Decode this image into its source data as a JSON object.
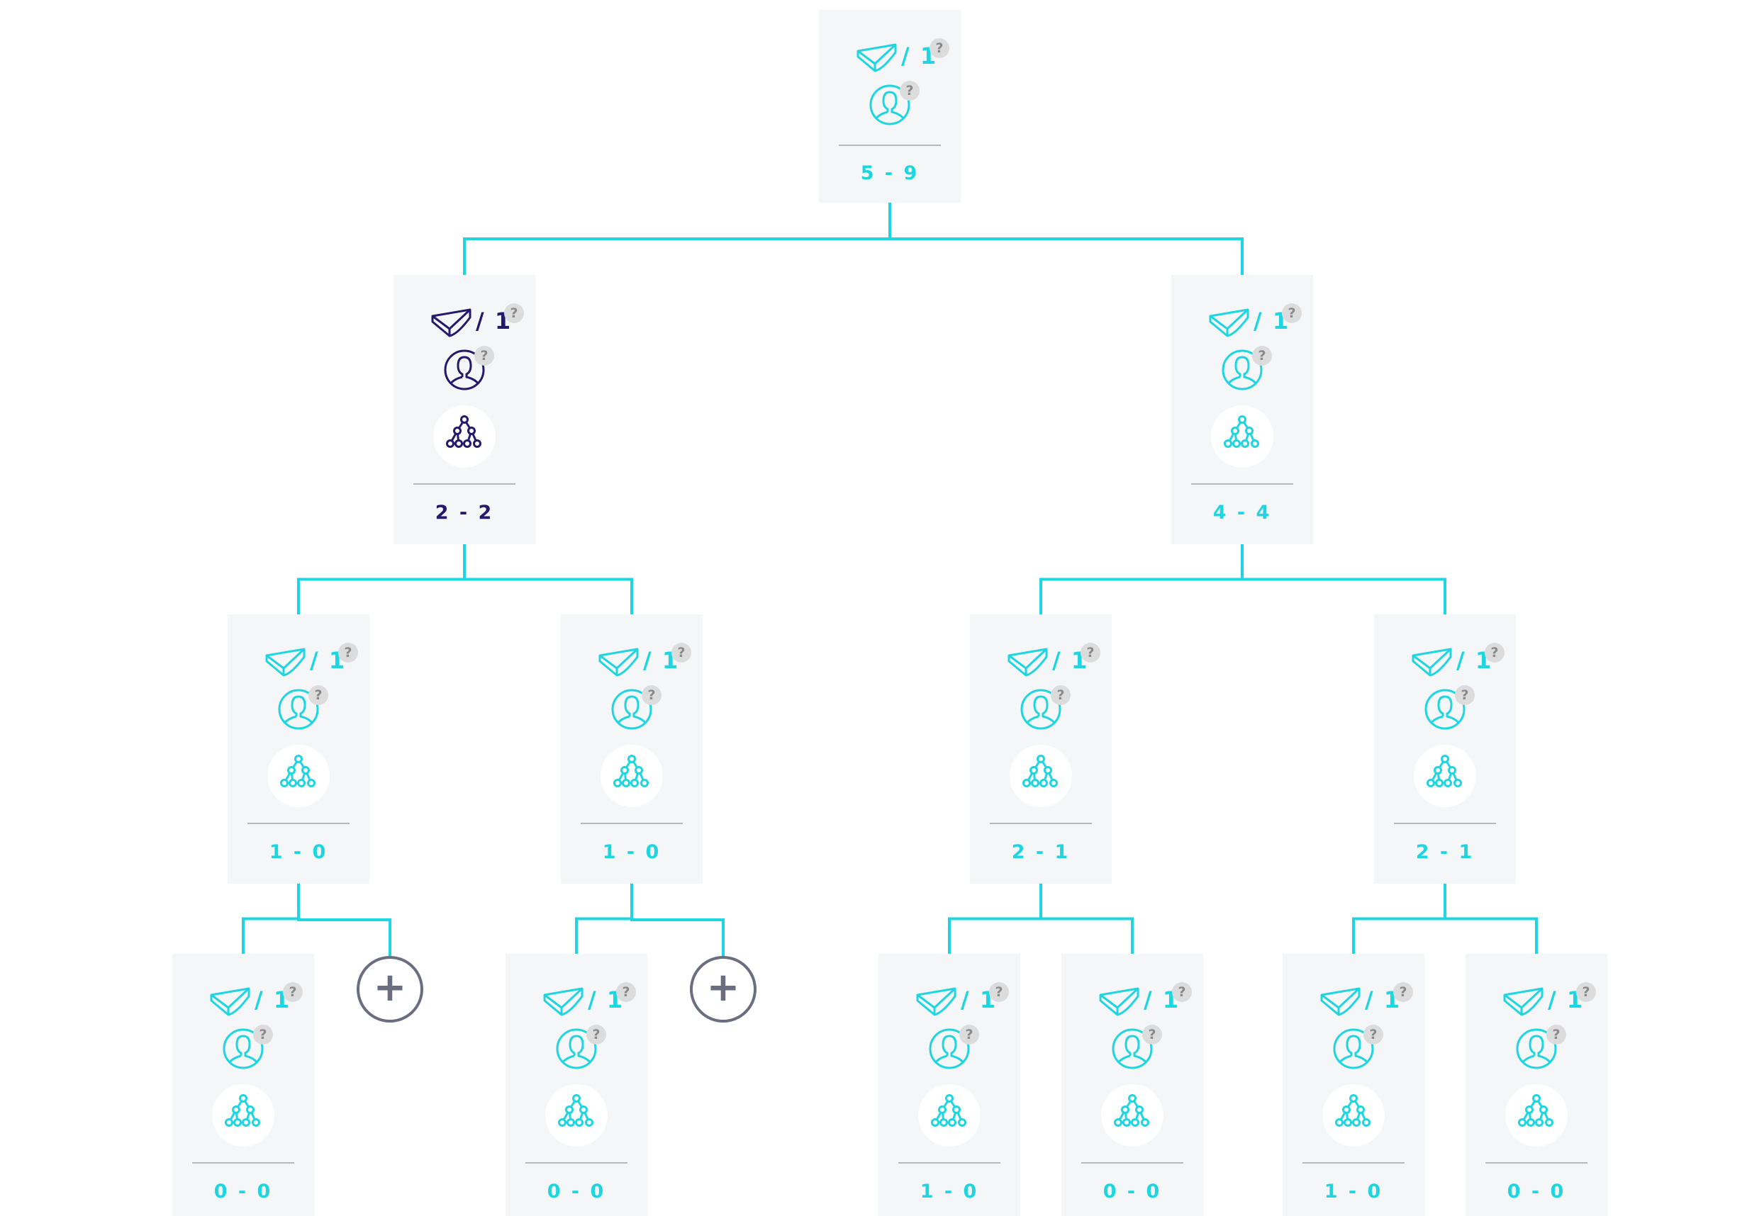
{
  "colors": {
    "accent": "#1fd5e0",
    "active": "#231a6b",
    "line": "#1fd5e0",
    "card": "#f4f6f8",
    "help_badge": "#dcdcdc",
    "add_button": "#6b6d80"
  },
  "icons": {
    "pv": "bag-icon",
    "avatar": "user-icon",
    "binary": "binary-tree-icon",
    "help": "question-icon",
    "add": "plus-icon"
  },
  "help_text": "?",
  "add_label": "+",
  "nodes": [
    {
      "id": "root",
      "pv": "/ 1",
      "score": "5 - 9",
      "active": false,
      "binary": false
    },
    {
      "id": "L",
      "pv": "/ 1",
      "score": "2 - 2",
      "active": true,
      "binary": true
    },
    {
      "id": "R",
      "pv": "/ 1",
      "score": "4 - 4",
      "active": false,
      "binary": true
    },
    {
      "id": "LL",
      "pv": "/ 1",
      "score": "1 - 0",
      "active": false,
      "binary": true
    },
    {
      "id": "LR",
      "pv": "/ 1",
      "score": "1 - 0",
      "active": false,
      "binary": true
    },
    {
      "id": "RL",
      "pv": "/ 1",
      "score": "2 - 1",
      "active": false,
      "binary": true
    },
    {
      "id": "RR",
      "pv": "/ 1",
      "score": "2 - 1",
      "active": false,
      "binary": true
    },
    {
      "id": "LLL",
      "pv": "/ 1",
      "score": "0 - 0",
      "active": false,
      "binary": true
    },
    {
      "id": "LRL",
      "pv": "/ 1",
      "score": "0 - 0",
      "active": false,
      "binary": true
    },
    {
      "id": "RLL",
      "pv": "/ 1",
      "score": "1 - 0",
      "active": false,
      "binary": true
    },
    {
      "id": "RLR",
      "pv": "/ 1",
      "score": "0 - 0",
      "active": false,
      "binary": true
    },
    {
      "id": "RRL",
      "pv": "/ 1",
      "score": "1 - 0",
      "active": false,
      "binary": true
    },
    {
      "id": "RRR",
      "pv": "/ 1",
      "score": "0 - 0",
      "active": false,
      "binary": true
    }
  ],
  "edges": [
    [
      "root",
      "L"
    ],
    [
      "root",
      "R"
    ],
    [
      "L",
      "LL"
    ],
    [
      "L",
      "LR"
    ],
    [
      "R",
      "RL"
    ],
    [
      "R",
      "RR"
    ],
    [
      "LL",
      "LLL"
    ],
    [
      "LL",
      "add-LL"
    ],
    [
      "LR",
      "LRL"
    ],
    [
      "LR",
      "add-LR"
    ],
    [
      "RL",
      "RLL"
    ],
    [
      "RL",
      "RLR"
    ],
    [
      "RR",
      "RRL"
    ],
    [
      "RR",
      "RRR"
    ]
  ],
  "add_slots": [
    {
      "id": "add-LL",
      "parent": "LL"
    },
    {
      "id": "add-LR",
      "parent": "LR"
    }
  ]
}
